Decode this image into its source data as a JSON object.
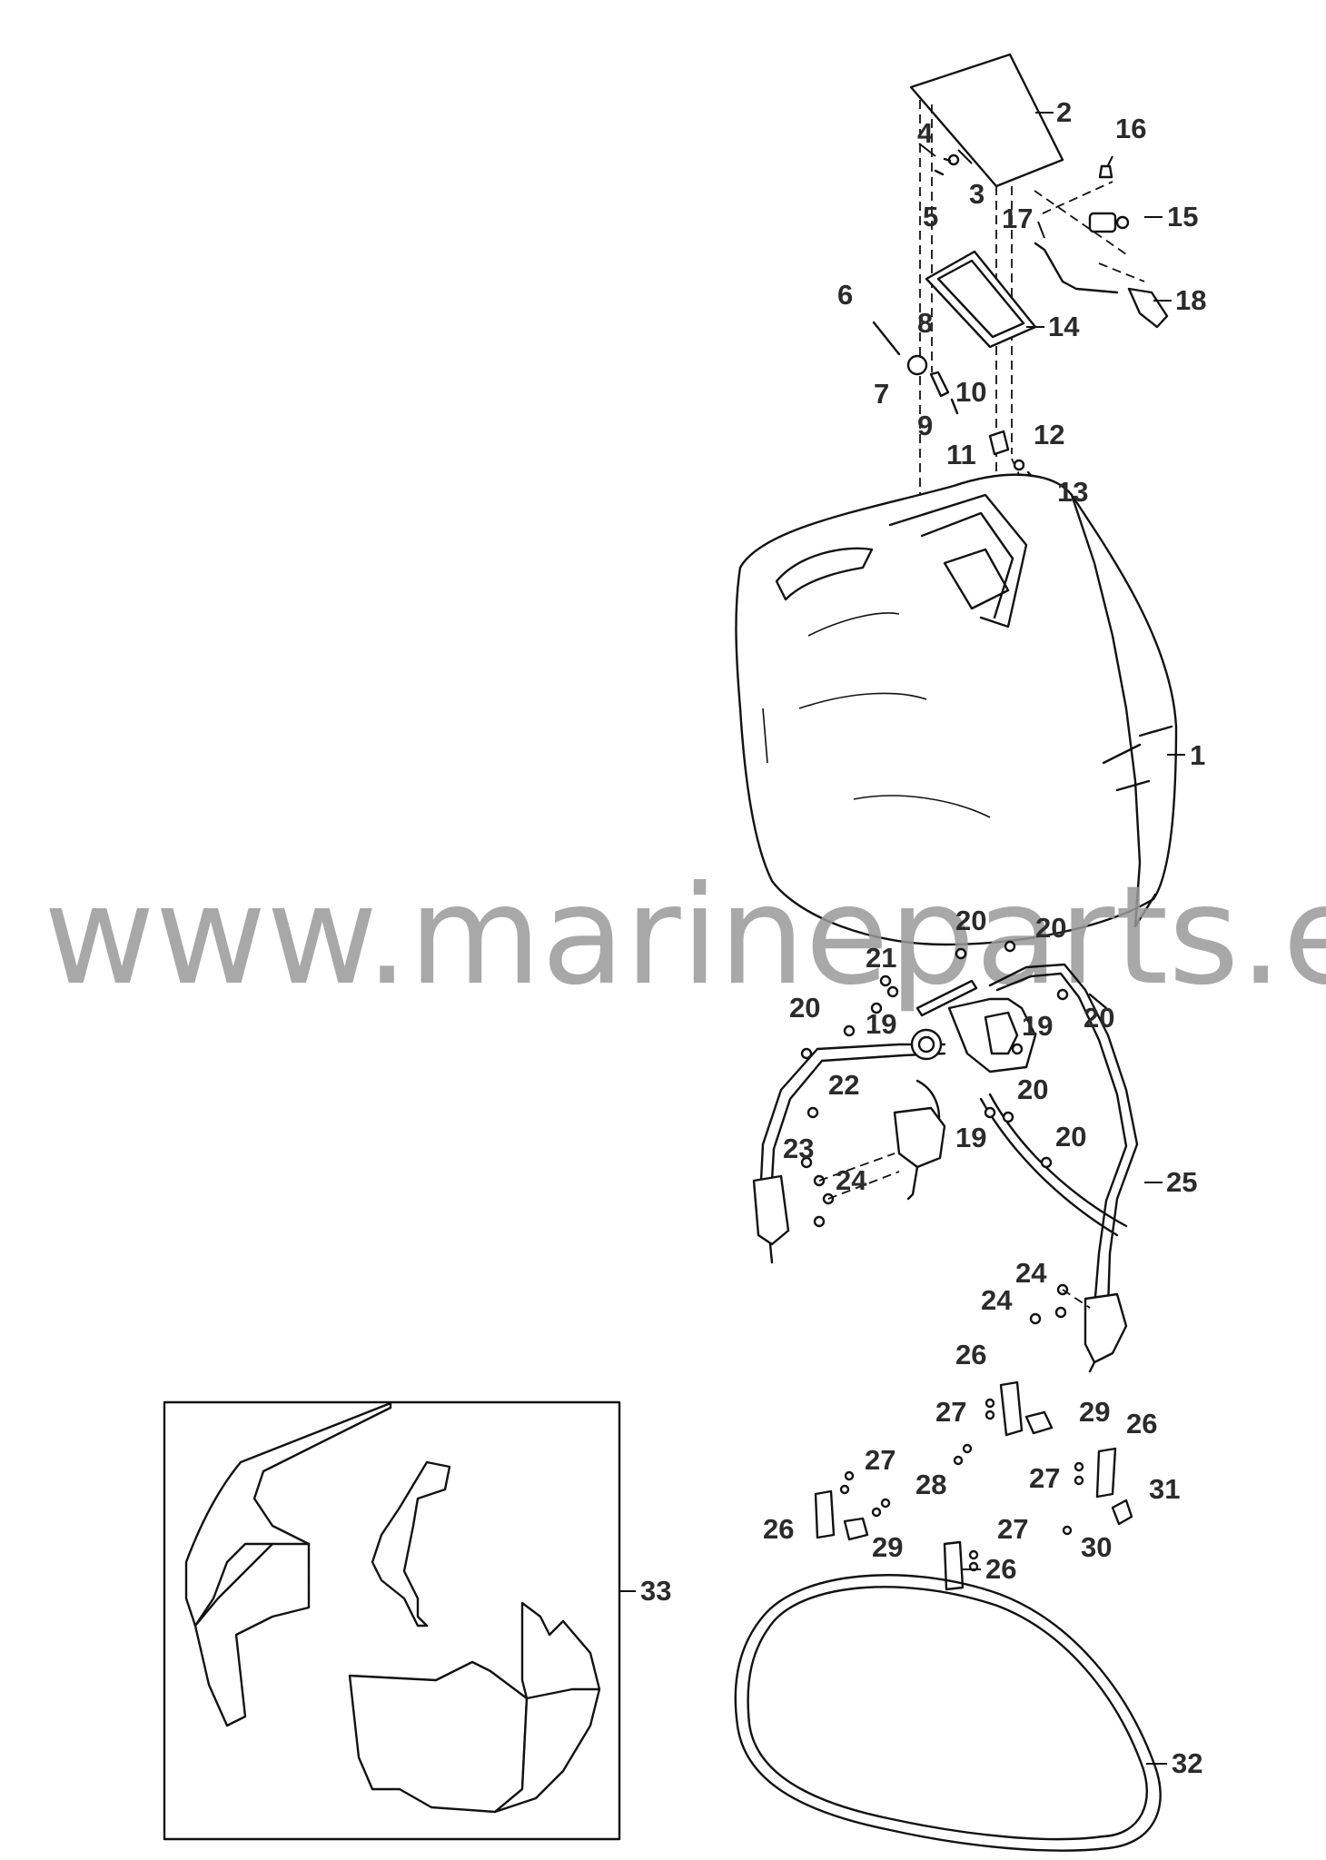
{
  "watermark": "www.marineparts.eu",
  "callouts": [
    "1",
    "2",
    "3",
    "4",
    "5",
    "6",
    "7",
    "8",
    "9",
    "10",
    "11",
    "12",
    "13",
    "14",
    "15",
    "16",
    "17",
    "18",
    "19",
    "20",
    "21",
    "22",
    "23",
    "24",
    "25",
    "26",
    "27",
    "28",
    "29",
    "30",
    "31",
    "32",
    "33"
  ],
  "colors": {
    "line": "#111111",
    "label": "#2b2b2b",
    "watermark": "#9a9a9a"
  }
}
